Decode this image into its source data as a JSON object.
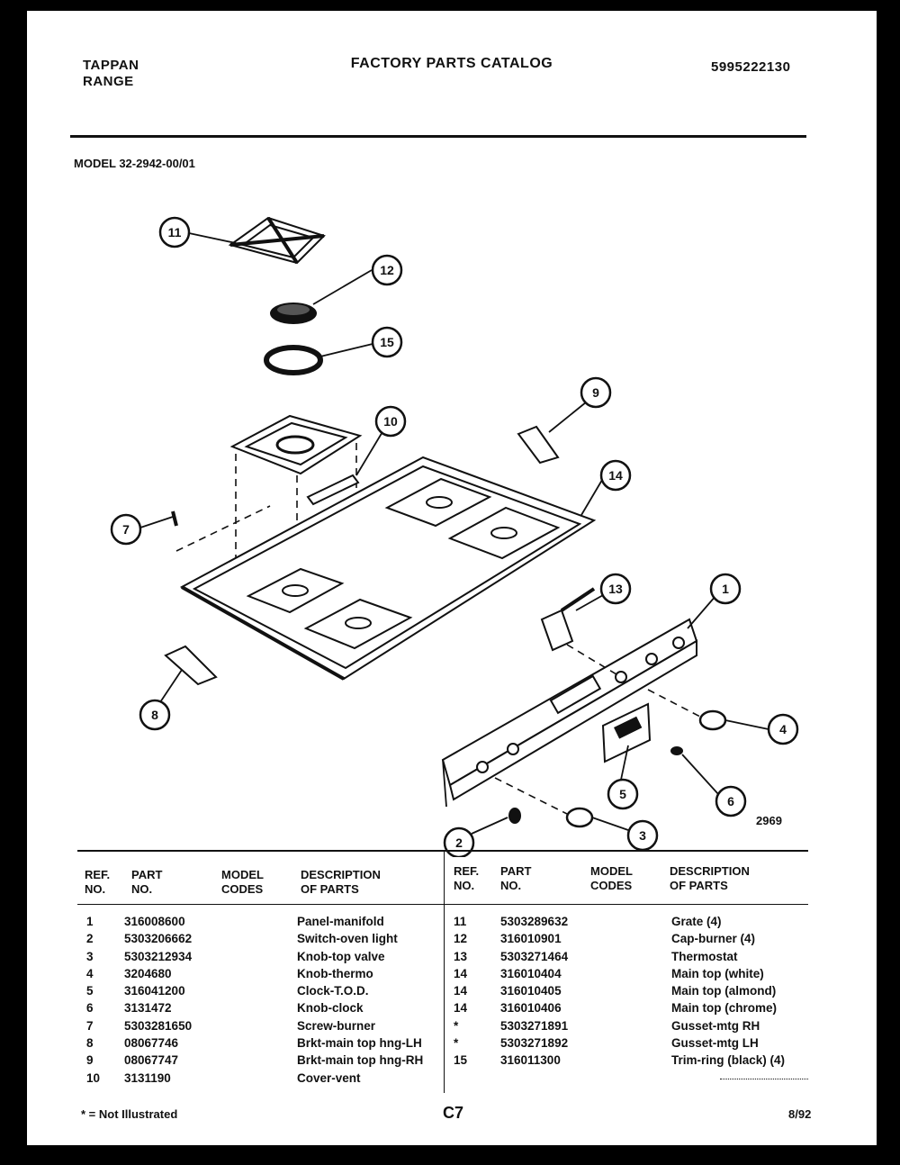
{
  "header": {
    "brand_line1": "TAPPAN",
    "brand_line2": "RANGE",
    "title": "FACTORY PARTS CATALOG",
    "catalog_no": "5995222130"
  },
  "model": "MODEL 32-2942-00/01",
  "figure_no": "2969",
  "callouts": [
    "1",
    "2",
    "3",
    "4",
    "5",
    "6",
    "7",
    "8",
    "9",
    "10",
    "11",
    "12",
    "13",
    "14",
    "15"
  ],
  "table": {
    "headers": {
      "ref": [
        "REF.",
        "NO."
      ],
      "part": [
        "PART",
        "NO."
      ],
      "codes": [
        "MODEL",
        "CODES"
      ],
      "desc": [
        "DESCRIPTION",
        "OF PARTS"
      ]
    },
    "left": [
      {
        "ref": "1",
        "part": "316008600",
        "desc": "Panel-manifold"
      },
      {
        "ref": "2",
        "part": "5303206662",
        "desc": "Switch-oven light"
      },
      {
        "ref": "3",
        "part": "5303212934",
        "desc": "Knob-top valve"
      },
      {
        "ref": "4",
        "part": "3204680",
        "desc": "Knob-thermo"
      },
      {
        "ref": "5",
        "part": "316041200",
        "desc": "Clock-T.O.D."
      },
      {
        "ref": "6",
        "part": "3131472",
        "desc": "Knob-clock"
      },
      {
        "ref": "7",
        "part": "5303281650",
        "desc": "Screw-burner"
      },
      {
        "ref": "8",
        "part": "08067746",
        "desc": "Brkt-main top hng-LH"
      },
      {
        "ref": "9",
        "part": "08067747",
        "desc": "Brkt-main top hng-RH"
      },
      {
        "ref": "10",
        "part": "3131190",
        "desc": "Cover-vent"
      }
    ],
    "right": [
      {
        "ref": "11",
        "part": "5303289632",
        "desc": "Grate (4)"
      },
      {
        "ref": "12",
        "part": "316010901",
        "desc": "Cap-burner (4)"
      },
      {
        "ref": "13",
        "part": "5303271464",
        "desc": "Thermostat"
      },
      {
        "ref": "14",
        "part": "316010404",
        "desc": "Main top (white)"
      },
      {
        "ref": "14",
        "part": "316010405",
        "desc": "Main top (almond)"
      },
      {
        "ref": "14",
        "part": "316010406",
        "desc": "Main top (chrome)"
      },
      {
        "ref": "*",
        "part": "5303271891",
        "desc": "Gusset-mtg RH"
      },
      {
        "ref": "*",
        "part": "5303271892",
        "desc": "Gusset-mtg LH"
      },
      {
        "ref": "15",
        "part": "316011300",
        "desc": "Trim-ring (black) (4)"
      }
    ]
  },
  "footer": {
    "note": "* = Not Illustrated",
    "page": "C7",
    "date": "8/92"
  }
}
